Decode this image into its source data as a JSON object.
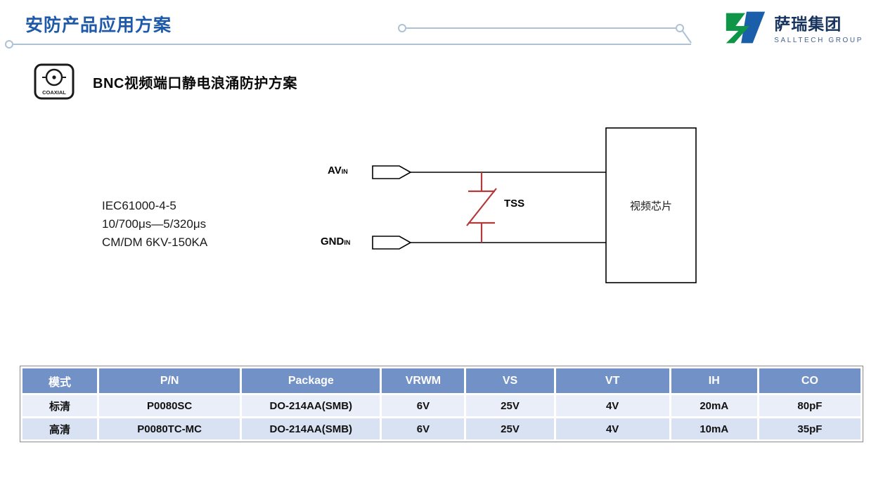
{
  "page": {
    "title": "安防产品应用方案"
  },
  "logo": {
    "name": "萨瑞集团",
    "subtitle": "SALLTECH GROUP"
  },
  "section": {
    "icon_label": "COAXIAL",
    "heading": "BNC视频端口静电浪涌防护方案"
  },
  "diagram": {
    "spec_lines": [
      "IEC61000-4-5",
      "10/700μs—5/320μs",
      "CM/DM 6KV-150KA"
    ],
    "av_label": "AV",
    "av_sub": "IN",
    "gnd_label": "GND",
    "gnd_sub": "IN",
    "tss_label": "TSS",
    "chip_label": "视频芯片"
  },
  "table": {
    "headers": [
      "模式",
      "P/N",
      "Package",
      "VRWM",
      "VS",
      "VT",
      "IH",
      "CO"
    ],
    "rows": [
      [
        "标清",
        "P0080SC",
        "DO-214AA(SMB)",
        "6V",
        "25V",
        "4V",
        "20mA",
        "80pF"
      ],
      [
        "高清",
        "P0080TC-MC",
        "DO-214AA(SMB)",
        "6V",
        "25V",
        "4V",
        "10mA",
        "35pF"
      ]
    ]
  },
  "colors": {
    "title_blue": "#1E5AA9",
    "table_header_blue": "#7291C6",
    "row_light": "#E9EEF8",
    "row_medium": "#D8E2F2",
    "tss_red": "#B23A3A",
    "deco_line": "#AEC2D6",
    "logo_green": "#0E9548",
    "logo_blue": "#1B5FAA"
  }
}
